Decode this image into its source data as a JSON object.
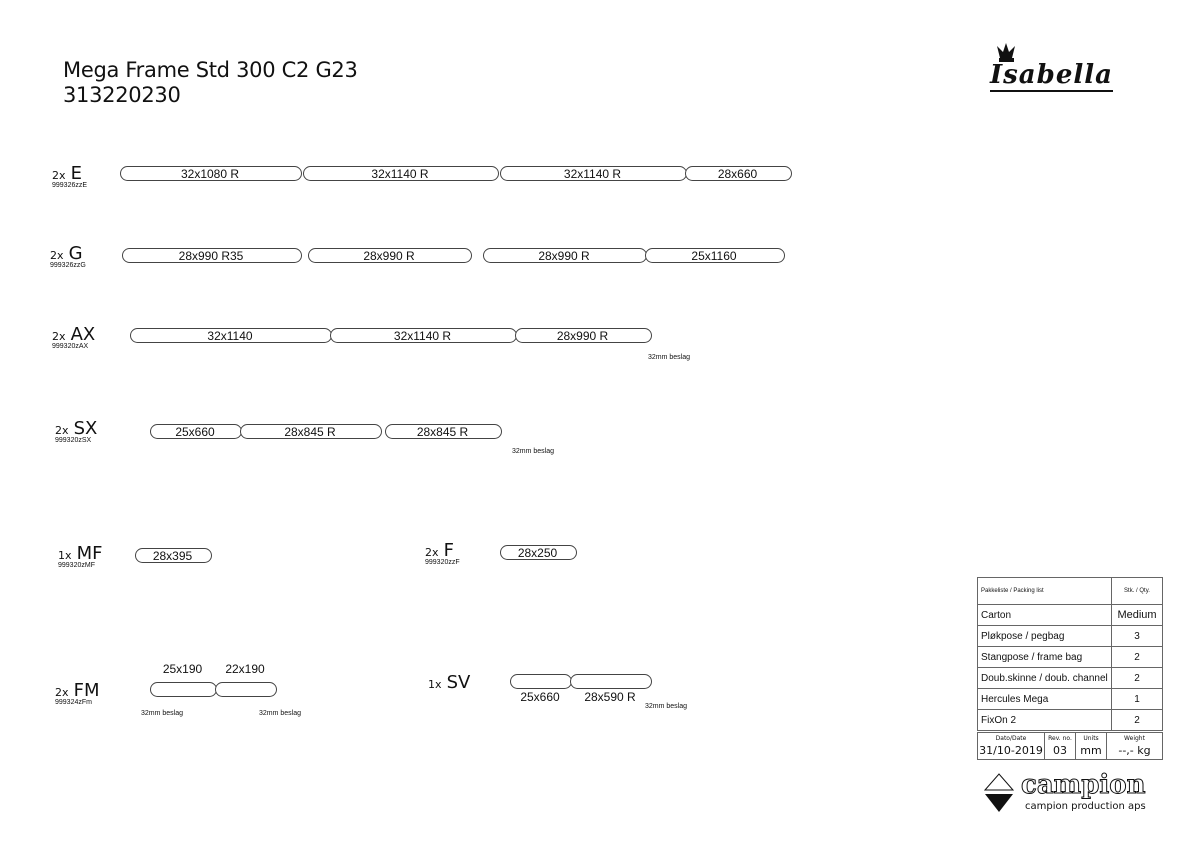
{
  "header": {
    "title": "Mega Frame Std 300 C2 G23",
    "number": "313220230",
    "logo": "Isabella"
  },
  "parts": [
    {
      "qty": "2x",
      "code": "E",
      "num": "999326zzE",
      "segments": [
        "32x1080 R",
        "32x1140 R",
        "32x1140 R",
        "28x660"
      ],
      "note": ""
    },
    {
      "qty": "2x",
      "code": "G",
      "num": "999326zzG",
      "segments": [
        "28x990 R35",
        "28x990 R",
        "28x990 R",
        "25x1160"
      ],
      "note": ""
    },
    {
      "qty": "2x",
      "code": "AX",
      "num": "999320zAX",
      "segments": [
        "32x1140",
        "32x1140 R",
        "28x990 R"
      ],
      "note": "32mm beslag"
    },
    {
      "qty": "2x",
      "code": "SX",
      "num": "999320zSX",
      "segments": [
        "25x660",
        "28x845 R",
        "28x845 R"
      ],
      "note": "32mm beslag"
    },
    {
      "qty": "1x",
      "code": "MF",
      "num": "999320zMF",
      "segments": [
        "28x395"
      ],
      "note": ""
    },
    {
      "qty": "2x",
      "code": "F",
      "num": "999320zzF",
      "segments": [
        "28x250"
      ],
      "note": ""
    },
    {
      "qty": "2x",
      "code": "FM",
      "num": "999324zFm",
      "segments": [
        "25x190",
        "22x190"
      ],
      "notes": [
        "32mm beslag",
        "32mm beslag"
      ]
    },
    {
      "qty": "1x",
      "code": "SV",
      "num": "",
      "segments": [
        "25x660",
        "28x590 R"
      ],
      "note": "32mm beslag"
    }
  ],
  "packing": {
    "header": "Pakkeliste / Packing list",
    "qty_header": "Stk. / Qty.",
    "rows": [
      [
        "Carton",
        "Medium"
      ],
      [
        "Pløkpose / pegbag",
        "3"
      ],
      [
        "Stangpose / frame bag",
        "2"
      ],
      [
        "Doub.skinne / doub. channel",
        "2"
      ],
      [
        "Hercules Mega",
        "1"
      ],
      [
        "FixOn 2",
        "2"
      ]
    ],
    "footer": {
      "date_label": "Dato/Date",
      "date": "31/10-2019",
      "rev_label": "Rev. no.",
      "rev": "03",
      "units_label": "Units",
      "units": "mm",
      "weight_label": "Weight",
      "weight": "--,- kg"
    }
  },
  "brand": {
    "name": "campion",
    "sub": "campion production aps"
  }
}
